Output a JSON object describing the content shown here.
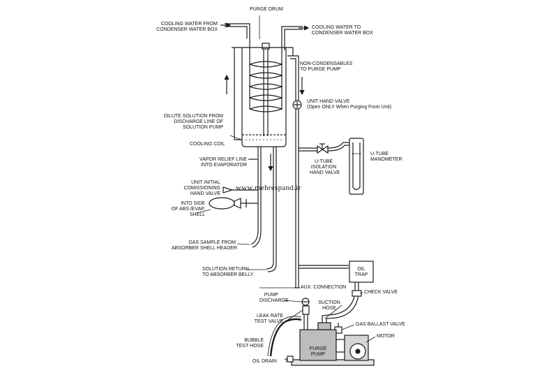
{
  "labels": {
    "purge_drum": "PURGE DRUM",
    "cw_from": [
      "COOLING WATER FROM",
      "CONDENSER WATER BOX"
    ],
    "cw_to": [
      "COOLING WATER TO",
      "CONDENSER WATER BOX"
    ],
    "noncond": [
      "NON-CONDENSABLES",
      "TO PURGE PUMP"
    ],
    "unit_hand_valve": "UNIT HAND VALVE",
    "unit_hand_valve_note": "(Open ONLY When Purging From Unit)",
    "dilute": [
      "DILUTE SOLUTION FROM",
      "DISCHARGE LINE OF",
      "SOLUTION PUMP"
    ],
    "cooling_coil": "COOLING COIL",
    "vapor_relief": [
      "VAPOR RELIEF LINE",
      "INTO EVAPORATOR"
    ],
    "utube_iso": [
      "U-TUBE",
      "ISOLATION",
      "HAND VALVE"
    ],
    "utube_mano": [
      "U-TUBE",
      "MANOMETER"
    ],
    "unit_initial": [
      "UNIT INITIAL",
      "COMISSIONING",
      "HAND VALVE"
    ],
    "into_side": [
      "INTO SIDE",
      "OF ABS./EVAP.",
      "SHELL"
    ],
    "gas_sample": [
      "GAS SAMPLE FROM",
      "ABSORBER SHELL HEADER"
    ],
    "solution_return": [
      "SOLUTION RETURN",
      "TO ABSORBER BELLY"
    ],
    "oil_trap": [
      "OIL",
      "TRAP"
    ],
    "aux": "AUX. CONNECTION",
    "check_valve": "CHECK VALVE",
    "pump_discharge": [
      "PUMP",
      "DISCHARGE"
    ],
    "suction_hose": [
      "SUCTION",
      "HOSE"
    ],
    "leak_rate": [
      "LEAK RATE",
      "TEST VALVE"
    ],
    "gas_ballast": "GAS BALLAST VALVE",
    "motor": "MOTOR",
    "bubble": [
      "BUBBLE",
      "TEST HOSE"
    ],
    "purge_pump": [
      "PURGE",
      "PUMP"
    ],
    "oil_drain": "OIL DRAIN"
  },
  "watermark": "www.mehrespand.ir",
  "colors": {
    "line": "#1a1a1a",
    "pump_fill": "#bdbdbd",
    "motor_fill": "#d6d6d6"
  }
}
